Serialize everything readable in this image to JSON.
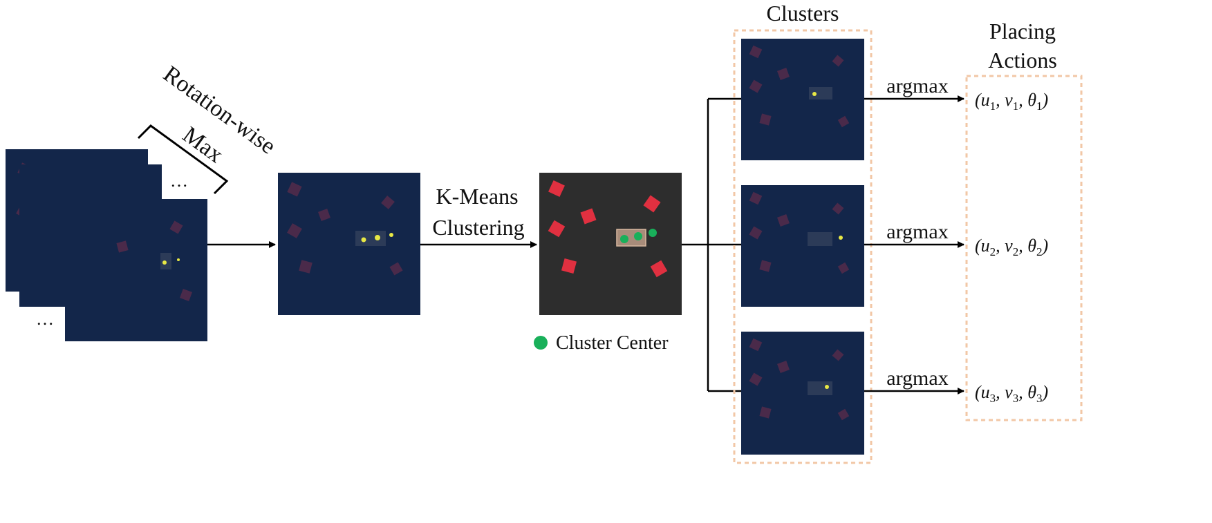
{
  "labels": {
    "rotation_max_line1": "Rotation-wise",
    "rotation_max_line2": "Max",
    "ellipsis": "…",
    "kmeans_line1": "K-Means",
    "kmeans_line2": "Clustering",
    "cluster_center_legend": "Cluster Center",
    "clusters_title": "Clusters",
    "placing_line1": "Placing",
    "placing_line2": "Actions",
    "argmax": "argmax"
  },
  "actions": [
    {
      "u": "u",
      "v": "v",
      "theta": "θ",
      "index": "1"
    },
    {
      "u": "u",
      "v": "v",
      "theta": "θ",
      "index": "2"
    },
    {
      "u": "u",
      "v": "v",
      "theta": "θ",
      "index": "3"
    }
  ],
  "colors": {
    "heatmap_bg": "#13264a",
    "heatmap_block": "#4a2a4a",
    "hotspot": "#e8e845",
    "scene_bg": "#2d2d2d",
    "scene_block": "#e03040",
    "cluster_center": "#19b05a",
    "dashed_border": "#f2c7a6",
    "arrow": "#000000"
  }
}
